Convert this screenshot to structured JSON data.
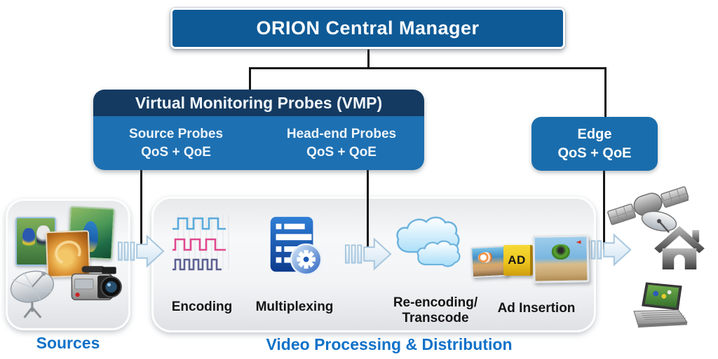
{
  "orion": {
    "label": "ORION Central Manager"
  },
  "vmp": {
    "title": "Virtual Monitoring Probes (VMP)",
    "columns": [
      {
        "line1": "Source Probes",
        "line2": "QoS + QoE"
      },
      {
        "line1": "Head-end Probes",
        "line2": "QoS + QoE"
      }
    ]
  },
  "edge": {
    "line1": "Edge",
    "line2": "QoS + QoE"
  },
  "labels": {
    "sources": "Sources",
    "processing": "Video Processing & Distribution"
  },
  "stages": [
    {
      "label": "Encoding"
    },
    {
      "label": "Multiplexing"
    },
    {
      "label": "Re-encoding/",
      "label2": "Transcode"
    },
    {
      "label": "Ad Insertion"
    }
  ],
  "icons": {
    "ad_badge": "AD"
  },
  "colors": {
    "deep_blue": "#0e5a96",
    "vmp_header_navy": "#143a61",
    "vmp_body_blue": "#1d70b2",
    "edge_blue": "#1a6dac",
    "label_blue": "#1171c8",
    "connector_black": "#141414",
    "wave_blue": "#58aadc",
    "wave_pink": "#e0488e",
    "wave_slate": "#5c6090"
  }
}
